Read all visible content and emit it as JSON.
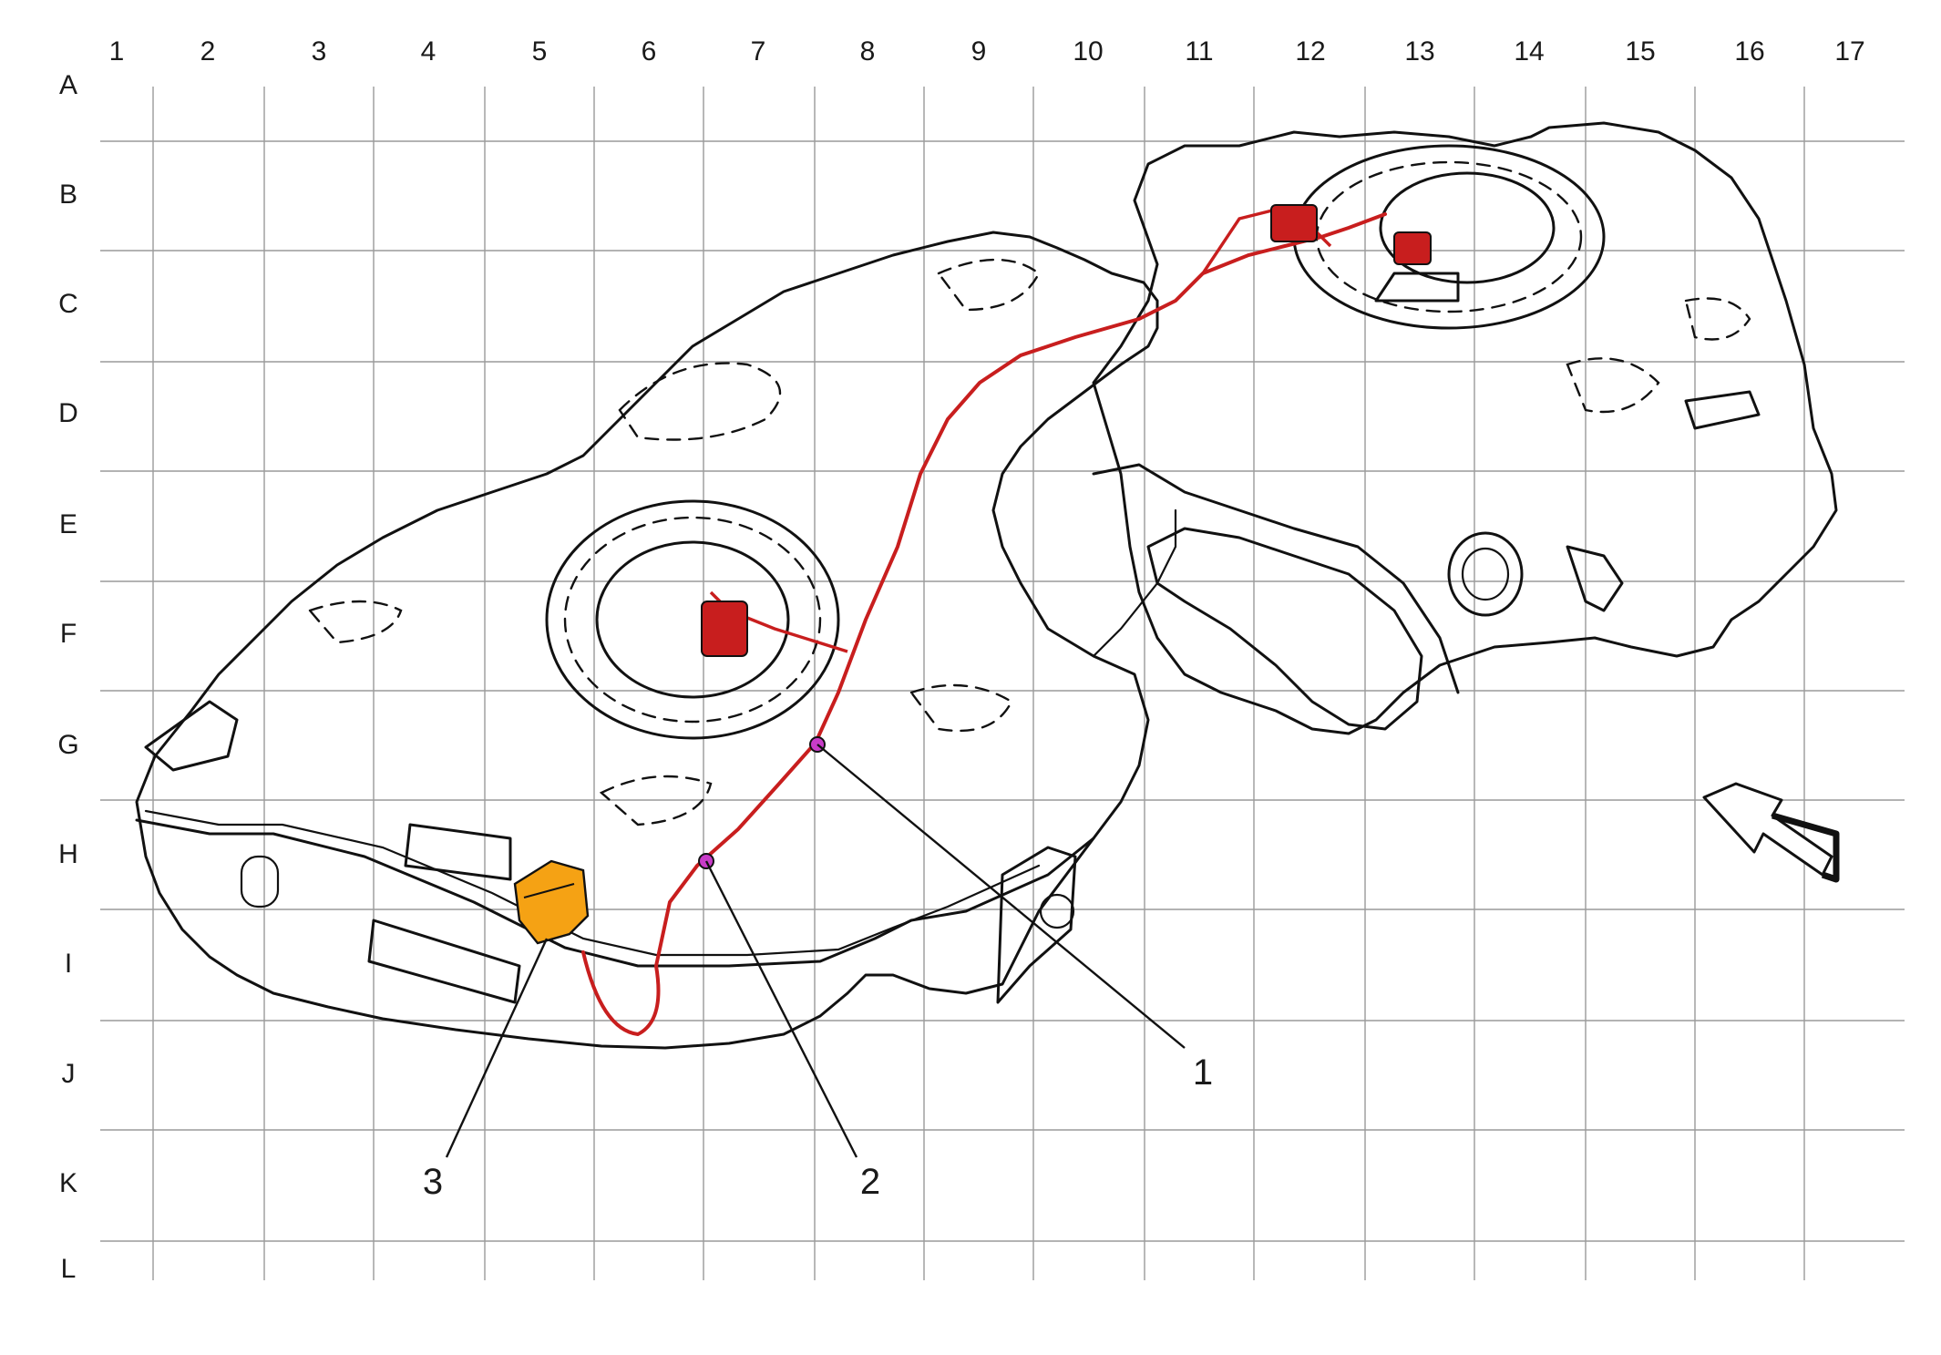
{
  "grid": {
    "columns": [
      "1",
      "2",
      "3",
      "4",
      "5",
      "6",
      "7",
      "8",
      "9",
      "10",
      "11",
      "12",
      "13",
      "14",
      "15",
      "16",
      "17"
    ],
    "rows": [
      "A",
      "B",
      "C",
      "D",
      "E",
      "F",
      "G",
      "H",
      "I",
      "J",
      "K",
      "L"
    ]
  },
  "callouts": [
    {
      "number": "1",
      "part": "connector-1"
    },
    {
      "number": "2",
      "part": "connector-2"
    },
    {
      "number": "3",
      "part": "connector-3"
    }
  ],
  "colors": {
    "tank": "#d7d4c5",
    "tank_shadow": "#cbc7b5",
    "harness": "#c81e1e",
    "connector_highlight": "#f5a214",
    "ground_point": "#c83cc8",
    "grid": "#9a9a9a",
    "outline": "#111111"
  },
  "icons": [
    "forward-direction-arrow-icon"
  ]
}
